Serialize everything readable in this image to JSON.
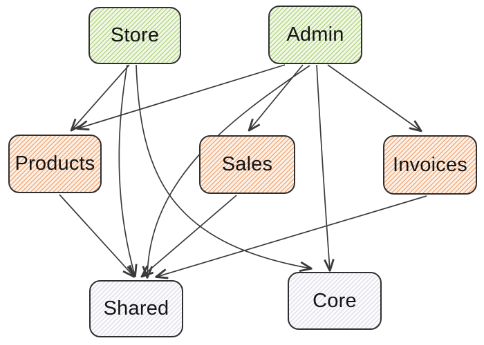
{
  "graph": {
    "type": "dependency-diagram",
    "edge_color": "#3a3a3a",
    "node_border_color": "#2f2f2f",
    "label_color": "#141414",
    "nodes": {
      "store": {
        "label": "Store",
        "stripe": "#b4d687",
        "background": "#f2f8e7"
      },
      "admin": {
        "label": "Admin",
        "stripe": "#b4d687",
        "background": "#f2f8e7"
      },
      "products": {
        "label": "Products",
        "stripe": "#f0ac7e",
        "background": "#fdf1e7"
      },
      "sales": {
        "label": "Sales",
        "stripe": "#f0ac7e",
        "background": "#fdf1e7"
      },
      "invoices": {
        "label": "Invoices",
        "stripe": "#f0ac7e",
        "background": "#fdf1e7"
      },
      "shared": {
        "label": "Shared",
        "stripe": "#dfdfe8",
        "background": "#fcfcfe"
      },
      "core": {
        "label": "Core",
        "stripe": "#dfdfe8",
        "background": "#fcfcfe"
      }
    },
    "edges": [
      {
        "from": "Store",
        "to": "Products"
      },
      {
        "from": "Store",
        "to": "Shared"
      },
      {
        "from": "Store",
        "to": "Core"
      },
      {
        "from": "Admin",
        "to": "Products"
      },
      {
        "from": "Admin",
        "to": "Sales"
      },
      {
        "from": "Admin",
        "to": "Invoices"
      },
      {
        "from": "Admin",
        "to": "Shared"
      },
      {
        "from": "Admin",
        "to": "Core"
      },
      {
        "from": "Products",
        "to": "Shared"
      },
      {
        "from": "Sales",
        "to": "Shared"
      },
      {
        "from": "Invoices",
        "to": "Shared"
      }
    ]
  }
}
